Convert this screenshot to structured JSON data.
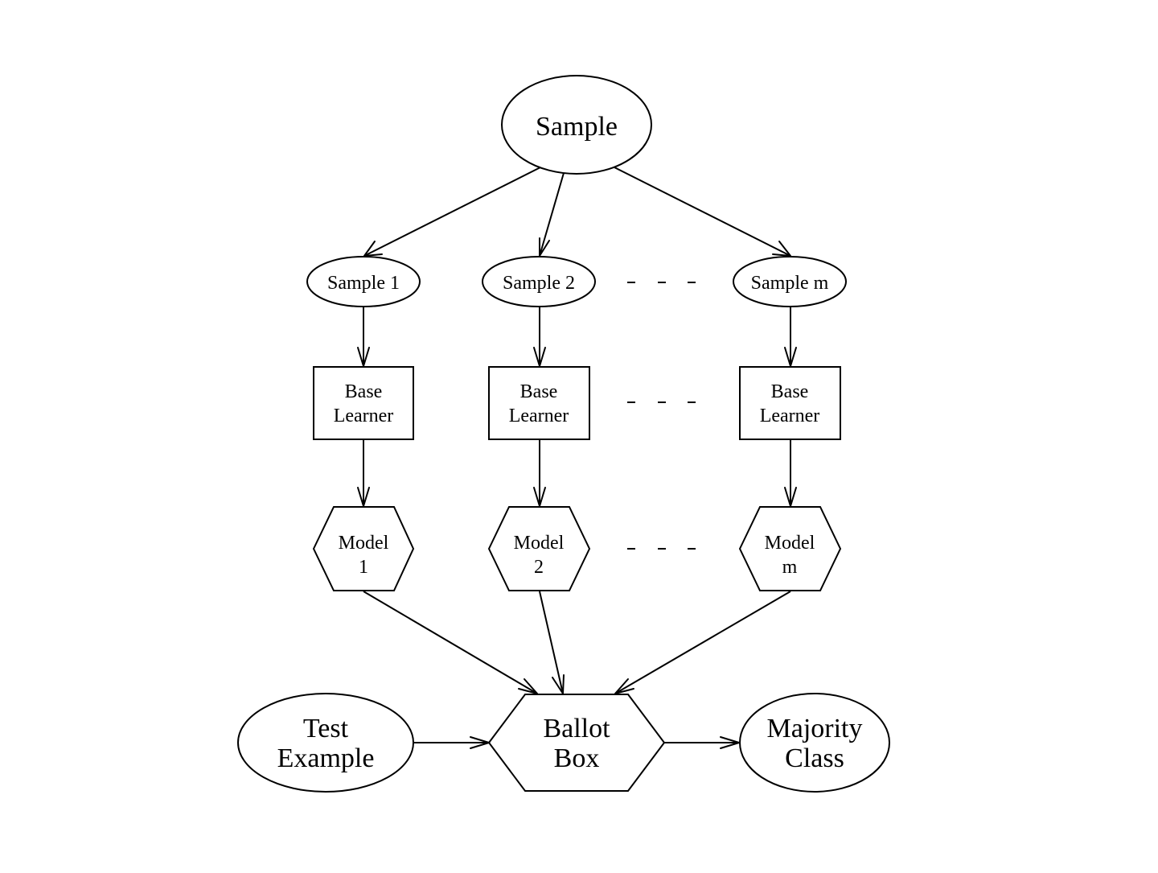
{
  "diagram": {
    "root": {
      "label": "Sample"
    },
    "columns": [
      {
        "sample": "Sample 1",
        "learner": [
          "Base",
          "Learner"
        ],
        "model": [
          "Model",
          "1"
        ]
      },
      {
        "sample": "Sample 2",
        "learner": [
          "Base",
          "Learner"
        ],
        "model": [
          "Model",
          "2"
        ]
      },
      {
        "sample": "Sample m",
        "learner": [
          "Base",
          "Learner"
        ],
        "model": [
          "Model",
          "m"
        ]
      }
    ],
    "ellipsis": "- - -",
    "test_example": [
      "Test",
      "Example"
    ],
    "ballot_box": [
      "Ballot",
      "Box"
    ],
    "majority_class": [
      "Majority",
      "Class"
    ]
  }
}
